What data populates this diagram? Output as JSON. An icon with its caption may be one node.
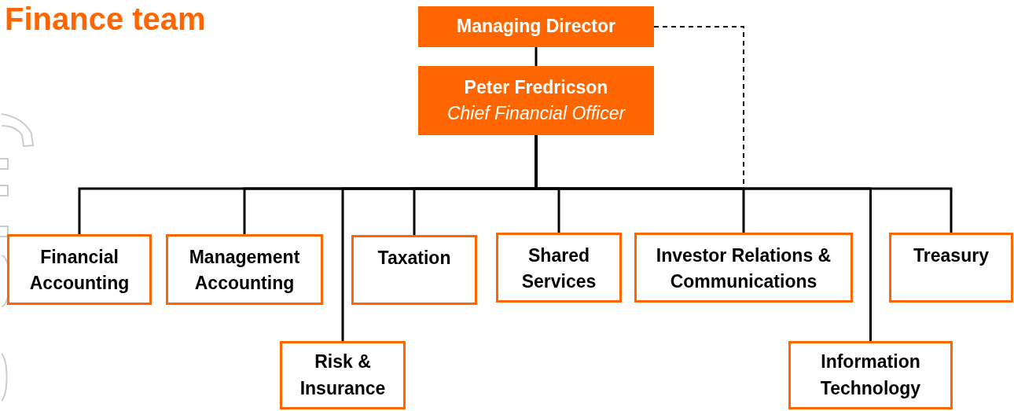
{
  "diagram": {
    "title": "Finance team",
    "nodes": [
      {
        "text": [
          "Managing Director"
        ]
      },
      {
        "text": [
          "Peter Fredricson",
          "Chief Financial Officer"
        ]
      },
      {
        "text": [
          "Financial Accounting"
        ]
      },
      {
        "text": [
          "Management Accounting"
        ]
      },
      {
        "text": [
          "Taxation"
        ]
      },
      {
        "text": [
          "Shared Services"
        ]
      },
      {
        "text": [
          "Investor Relations & Communications"
        ]
      },
      {
        "text": [
          "Treasury"
        ]
      },
      {
        "text": [
          "Risk & Insurance"
        ]
      },
      {
        "text": [
          "Information Technology"
        ]
      }
    ],
    "edges": [
      {
        "from": 0,
        "to": 1,
        "arrow": "none"
      },
      {
        "from": 1,
        "to": 2,
        "arrow": "none"
      },
      {
        "from": 1,
        "to": 3,
        "arrow": "none"
      },
      {
        "from": 1,
        "to": 8,
        "arrow": "none"
      },
      {
        "from": 1,
        "to": 4,
        "arrow": "none"
      },
      {
        "from": 1,
        "to": 5,
        "arrow": "none"
      },
      {
        "from": 1,
        "to": 6,
        "arrow": "none"
      },
      {
        "from": 1,
        "to": 9,
        "arrow": "none"
      },
      {
        "from": 1,
        "to": 7,
        "arrow": "none"
      },
      {
        "from": 0,
        "to": 6,
        "arrow": "none",
        "style": "dashed"
      }
    ]
  }
}
